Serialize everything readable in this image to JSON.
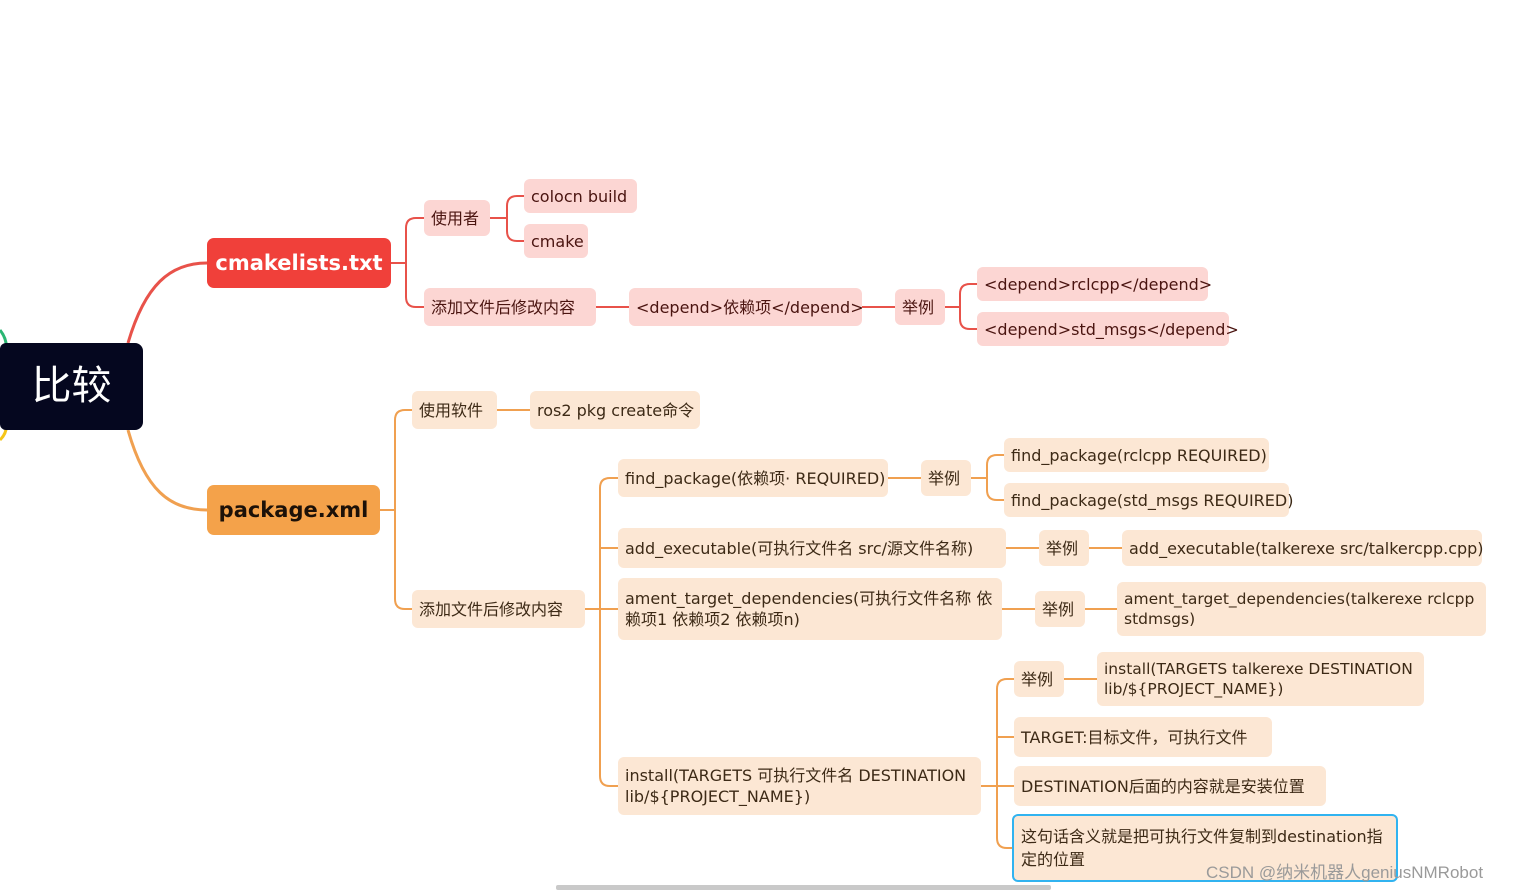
{
  "root": "比较",
  "branches": {
    "cmake": {
      "label": "cmakelists.txt",
      "users": {
        "label": "使用者",
        "children": [
          "colocn build",
          "cmake"
        ]
      },
      "modify": {
        "label": "添加文件后修改内容",
        "child": "<depend>依赖项</depend>",
        "example_label": "举例",
        "examples": [
          "<depend>rclcpp</depend>",
          "<depend>std_msgs</depend>"
        ]
      }
    },
    "package": {
      "label": "package.xml",
      "software": {
        "label": "使用软件",
        "child": "ros2 pkg create命令"
      },
      "modify": {
        "label": "添加文件后修改内容",
        "find_package": {
          "label": "find_package(依赖项· REQUIRED)",
          "example_label": "举例",
          "examples": [
            "find_package(rclcpp REQUIRED)",
            "find_package(std_msgs REQUIRED)"
          ]
        },
        "add_executable": {
          "label": "add_executable(可执行文件名 src/源文件名称)",
          "example_label": "举例",
          "example": "add_executable(talkerexe src/talkercpp.cpp)"
        },
        "ament": {
          "label": "ament_target_dependencies(可执行文件名称 依赖项1 依赖项2 依赖项n)",
          "example_label": "举例",
          "example": "ament_target_dependencies(talkerexe rclcpp stdmsgs)"
        },
        "install": {
          "label": "install(TARGETS 可执行文件名 DESTINATION lib/${PROJECT_NAME})",
          "example_label": "举例",
          "example": "install(TARGETS talkerexe DESTINATION lib/${PROJECT_NAME})",
          "notes": [
            "TARGET:目标文件，可执行文件",
            "DESTINATION后面的内容就是安装位置",
            "这句话含义就是把可执行文件复制到destination指定的位置"
          ]
        }
      }
    }
  },
  "watermark": "CSDN @纳米机器人geniusNMRobot",
  "colors": {
    "root_bg": "#05071f",
    "red_branch": "#f0403a",
    "red_line": "#e8524a",
    "red_sub_bg": "#fcd6d3",
    "orange_branch": "#f4a24a",
    "orange_line": "#f0a050",
    "orange_sub_bg": "#fce7d4",
    "selection": "#31b3f0"
  }
}
